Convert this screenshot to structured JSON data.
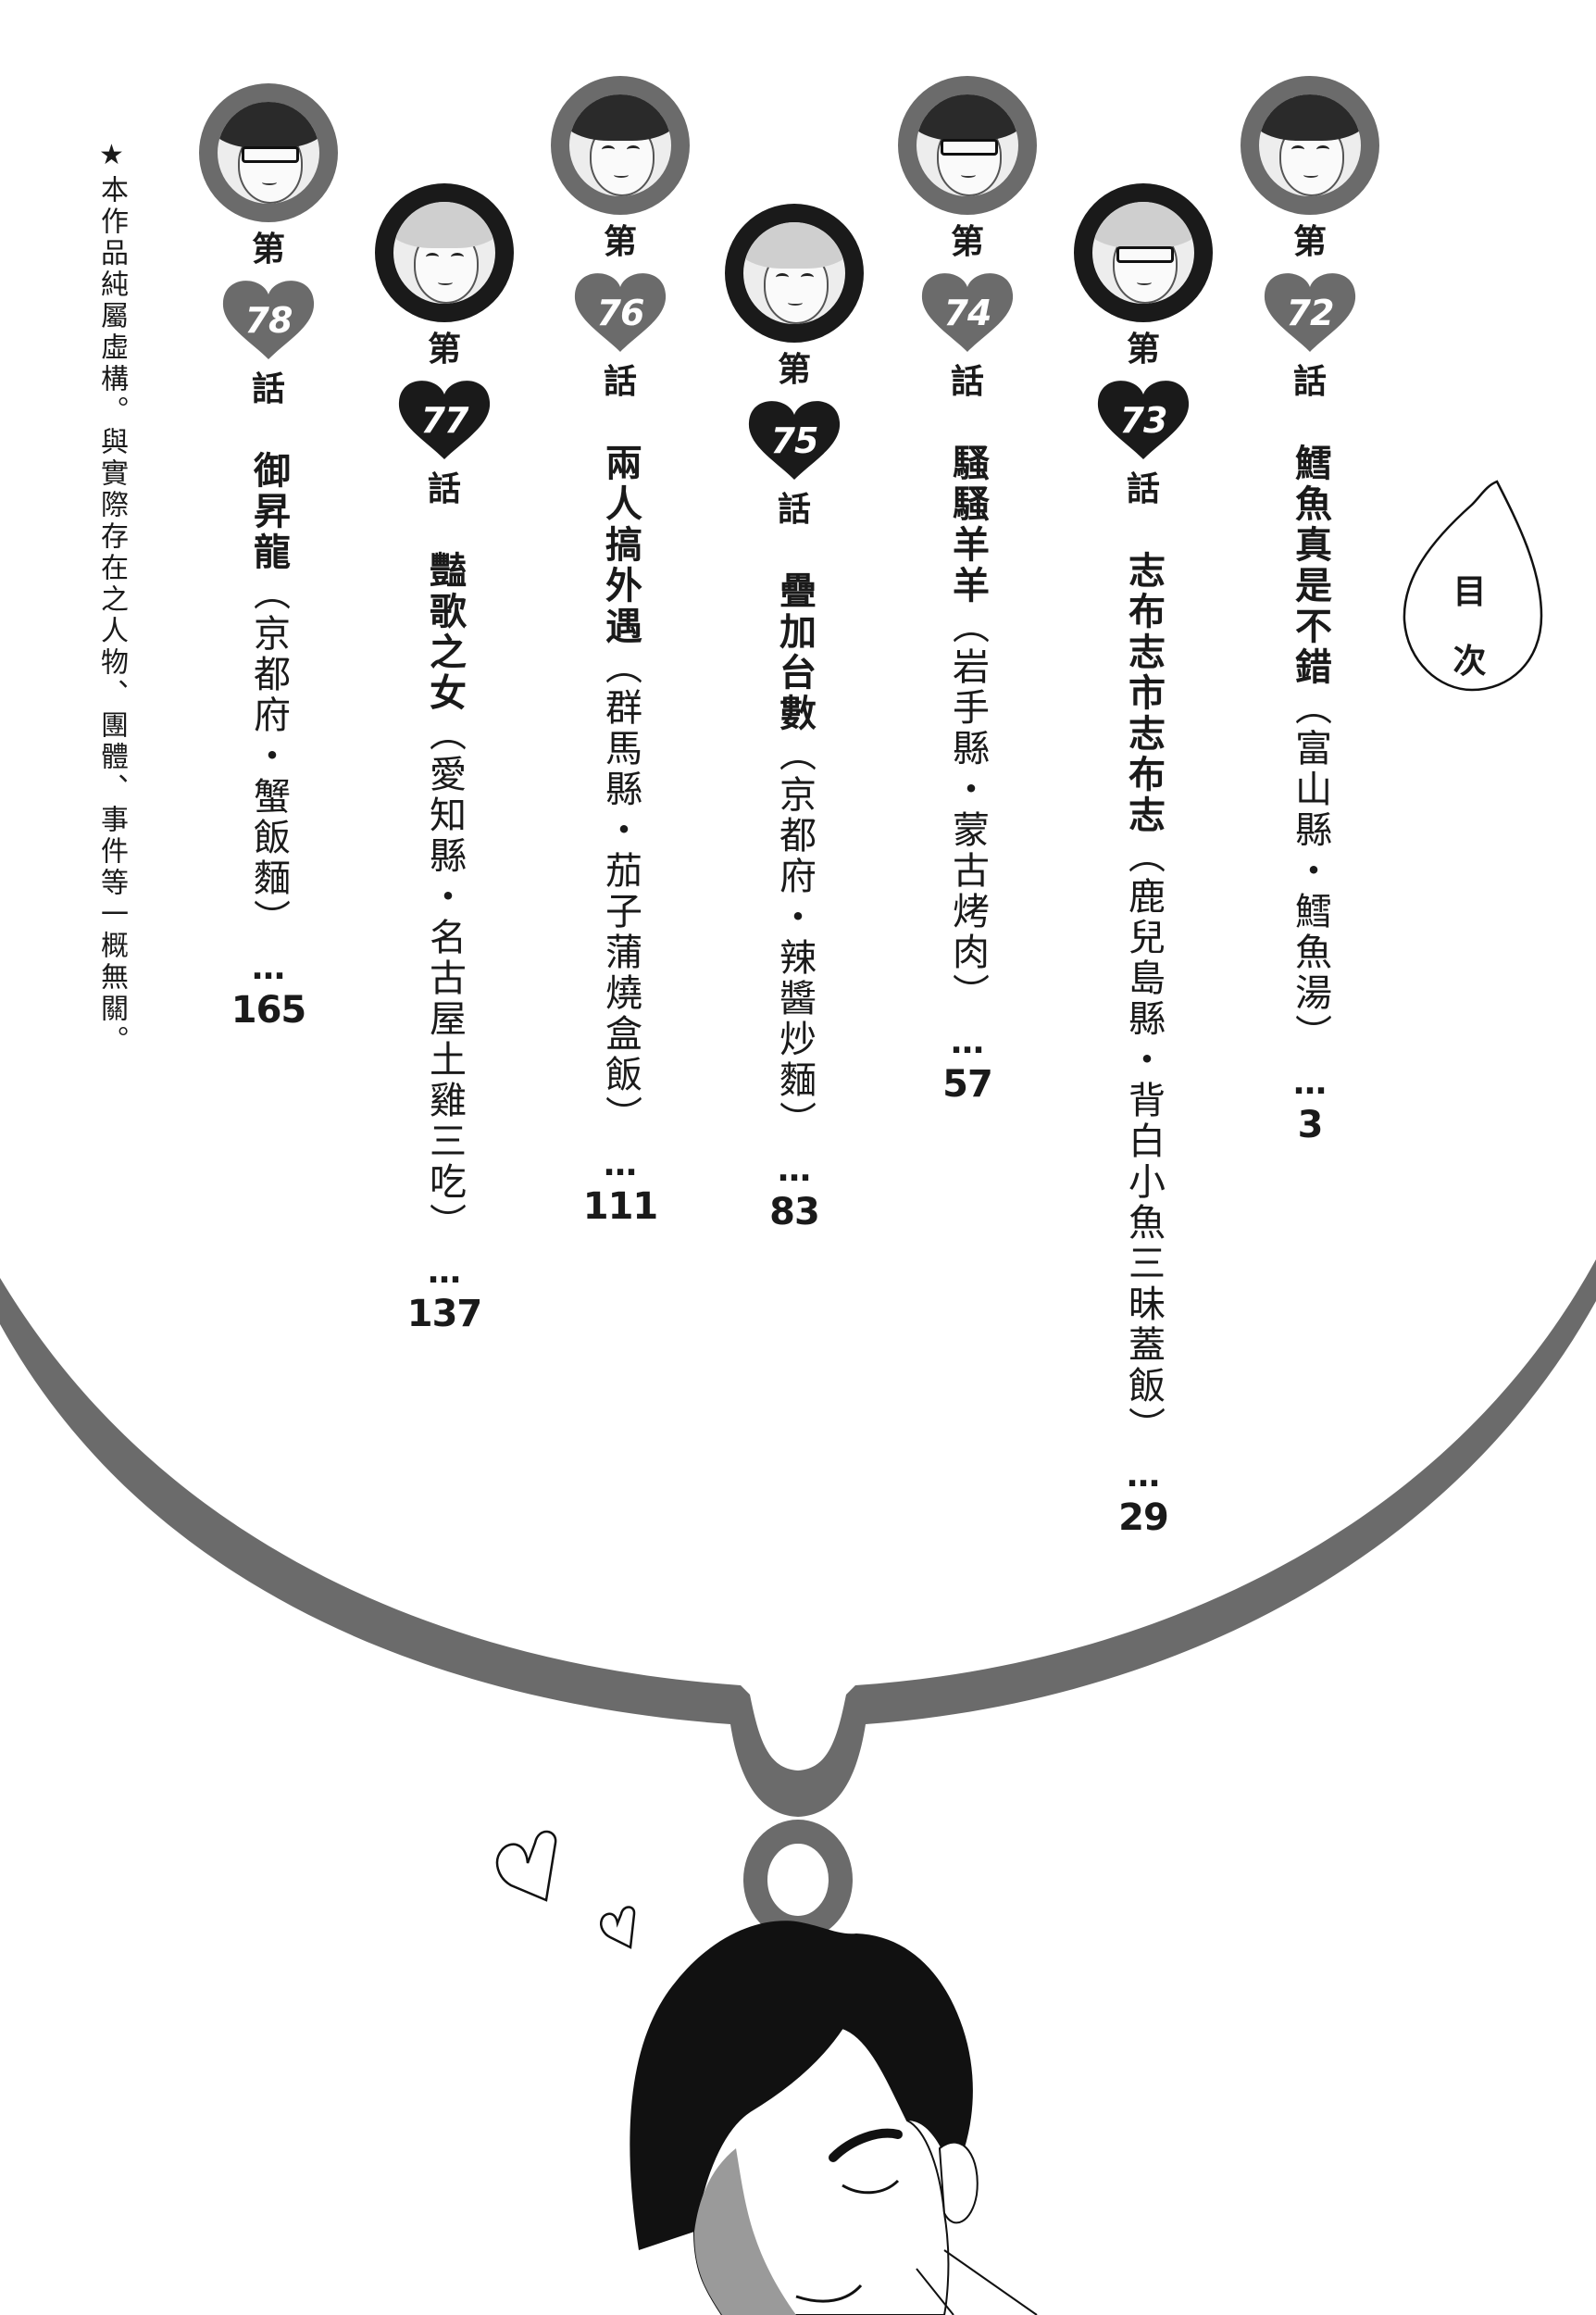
{
  "toc": {
    "title_line1": "目",
    "title_line2": "次"
  },
  "disclaimer": "★本作品純屬虛構。與實際存在之人物、團體、事件等一概無關。",
  "episodes": [
    {
      "prefix": "第",
      "number": "72",
      "suffix": "話",
      "title": "鱈魚真是不錯",
      "subtitle": "（富山縣・鱈魚湯）",
      "dots": "…",
      "page": "3",
      "heart_color": "#6b6b6b",
      "ring_style": "gray"
    },
    {
      "prefix": "第",
      "number": "73",
      "suffix": "話",
      "title": "志布志市志布志",
      "subtitle": "（鹿兒島縣・背白小魚三昧蓋飯）",
      "dots": "…",
      "page": "29",
      "heart_color": "#1a1a1a",
      "ring_style": "dark"
    },
    {
      "prefix": "第",
      "number": "74",
      "suffix": "話",
      "title": "騷騷羊羊",
      "subtitle": "（岩手縣・蒙古烤肉）",
      "dots": "…",
      "page": "57",
      "heart_color": "#6b6b6b",
      "ring_style": "gray"
    },
    {
      "prefix": "第",
      "number": "75",
      "suffix": "話",
      "title": "疊加台數",
      "subtitle": "（京都府・辣醬炒麵）",
      "dots": "…",
      "page": "83",
      "heart_color": "#1a1a1a",
      "ring_style": "dark"
    },
    {
      "prefix": "第",
      "number": "76",
      "suffix": "話",
      "title": "兩人搞外遇",
      "subtitle": "（群馬縣・茄子蒲燒盒飯）",
      "dots": "…",
      "page": "111",
      "heart_color": "#6b6b6b",
      "ring_style": "gray"
    },
    {
      "prefix": "第",
      "number": "77",
      "suffix": "話",
      "title": "豔歌之女",
      "subtitle": "（愛知縣・名古屋土雞三吃）",
      "dots": "…",
      "page": "137",
      "heart_color": "#1a1a1a",
      "ring_style": "dark"
    },
    {
      "prefix": "第",
      "number": "78",
      "suffix": "話",
      "title": "御昇龍",
      "subtitle": "（京都府・蟹飯麵）",
      "dots": "…",
      "page": "165",
      "heart_color": "#6b6b6b",
      "ring_style": "gray"
    }
  ],
  "colors": {
    "tone_gray": "#6b6b6b",
    "ink": "#1a1a1a",
    "paper": "#ffffff"
  }
}
